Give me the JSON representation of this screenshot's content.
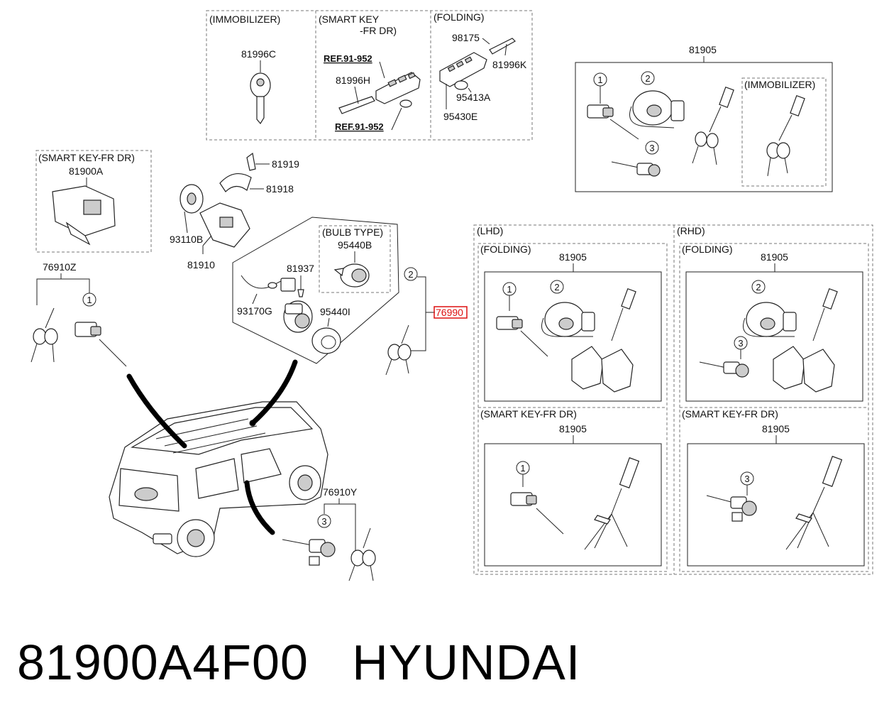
{
  "diagram": {
    "groups": {
      "immobilizer_top": "(IMMOBILIZER)",
      "smart_key_top_1": "(SMART KEY",
      "smart_key_top_2": "-FR DR)",
      "folding_top": "(FOLDING)",
      "immobilizer_kit": "(IMMOBILIZER)",
      "smart_key_left": "(SMART KEY-FR DR)",
      "bulb_type": "(BULB TYPE)",
      "lhd": "(LHD)",
      "rhd": "(RHD)",
      "lhd_folding": "(FOLDING)",
      "rhd_folding": "(FOLDING)",
      "lhd_smart_key": "(SMART KEY-FR DR)",
      "rhd_smart_key": "(SMART KEY-FR DR)"
    },
    "parts": {
      "p81996C": "81996C",
      "ref1": "REF.91-952",
      "p81996H": "81996H",
      "ref2": "REF.91-952",
      "p98175": "98175",
      "p81996K": "81996K",
      "p95413A": "95413A",
      "p95430E": "95430E",
      "p81905_top": "81905",
      "p81900A": "81900A",
      "p81919": "81919",
      "p81918": "81918",
      "p93110B": "93110B",
      "p81910": "81910",
      "p76910Z": "76910Z",
      "p95440B": "95440B",
      "p81937": "81937",
      "p93170G": "93170G",
      "p95440I": "95440I",
      "p76990": "76990",
      "p76910Y": "76910Y",
      "p81905_lhd_fold": "81905",
      "p81905_rhd_fold": "81905",
      "p81905_lhd_smart": "81905",
      "p81905_rhd_smart": "81905"
    },
    "callouts": [
      "1",
      "2",
      "3"
    ],
    "highlighted_part": "76990",
    "highlight_color": "#d11111"
  },
  "footer": {
    "part_number": "81900A4F00",
    "brand": "HYUNDAI"
  }
}
